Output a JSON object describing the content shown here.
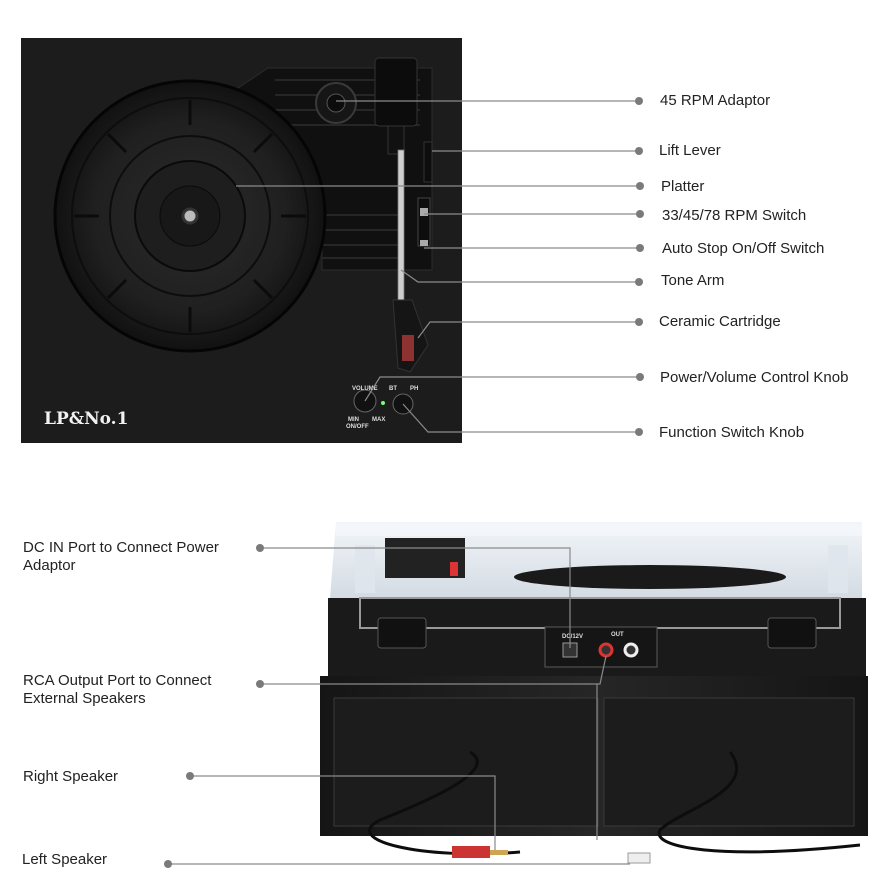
{
  "top_labels": [
    "45 RPM Adaptor",
    "Lift Lever",
    "Platter",
    "33/45/78 RPM Switch",
    "Auto Stop On/Off Switch",
    "Tone Arm",
    "Ceramic Cartridge",
    "Power/Volume Control Knob",
    "Function Switch Knob"
  ],
  "bottom_labels": [
    "DC IN Port to Connect Power Adaptor",
    "RCA Output Port to Connect External Speakers",
    "Right Speaker",
    "Left Speaker"
  ],
  "device_markings": {
    "brand_logo": "LP&No.1",
    "volume": "VOLUME",
    "min": "MIN",
    "on_off": "ON/OFF",
    "max": "MAX",
    "bt": "BT",
    "ph": "PH",
    "dc": "DC/12V",
    "out": "OUT"
  },
  "colors": {
    "leader": "#8a8a8a",
    "body": "#1b1b1b",
    "cover": "#cfd8e2"
  }
}
